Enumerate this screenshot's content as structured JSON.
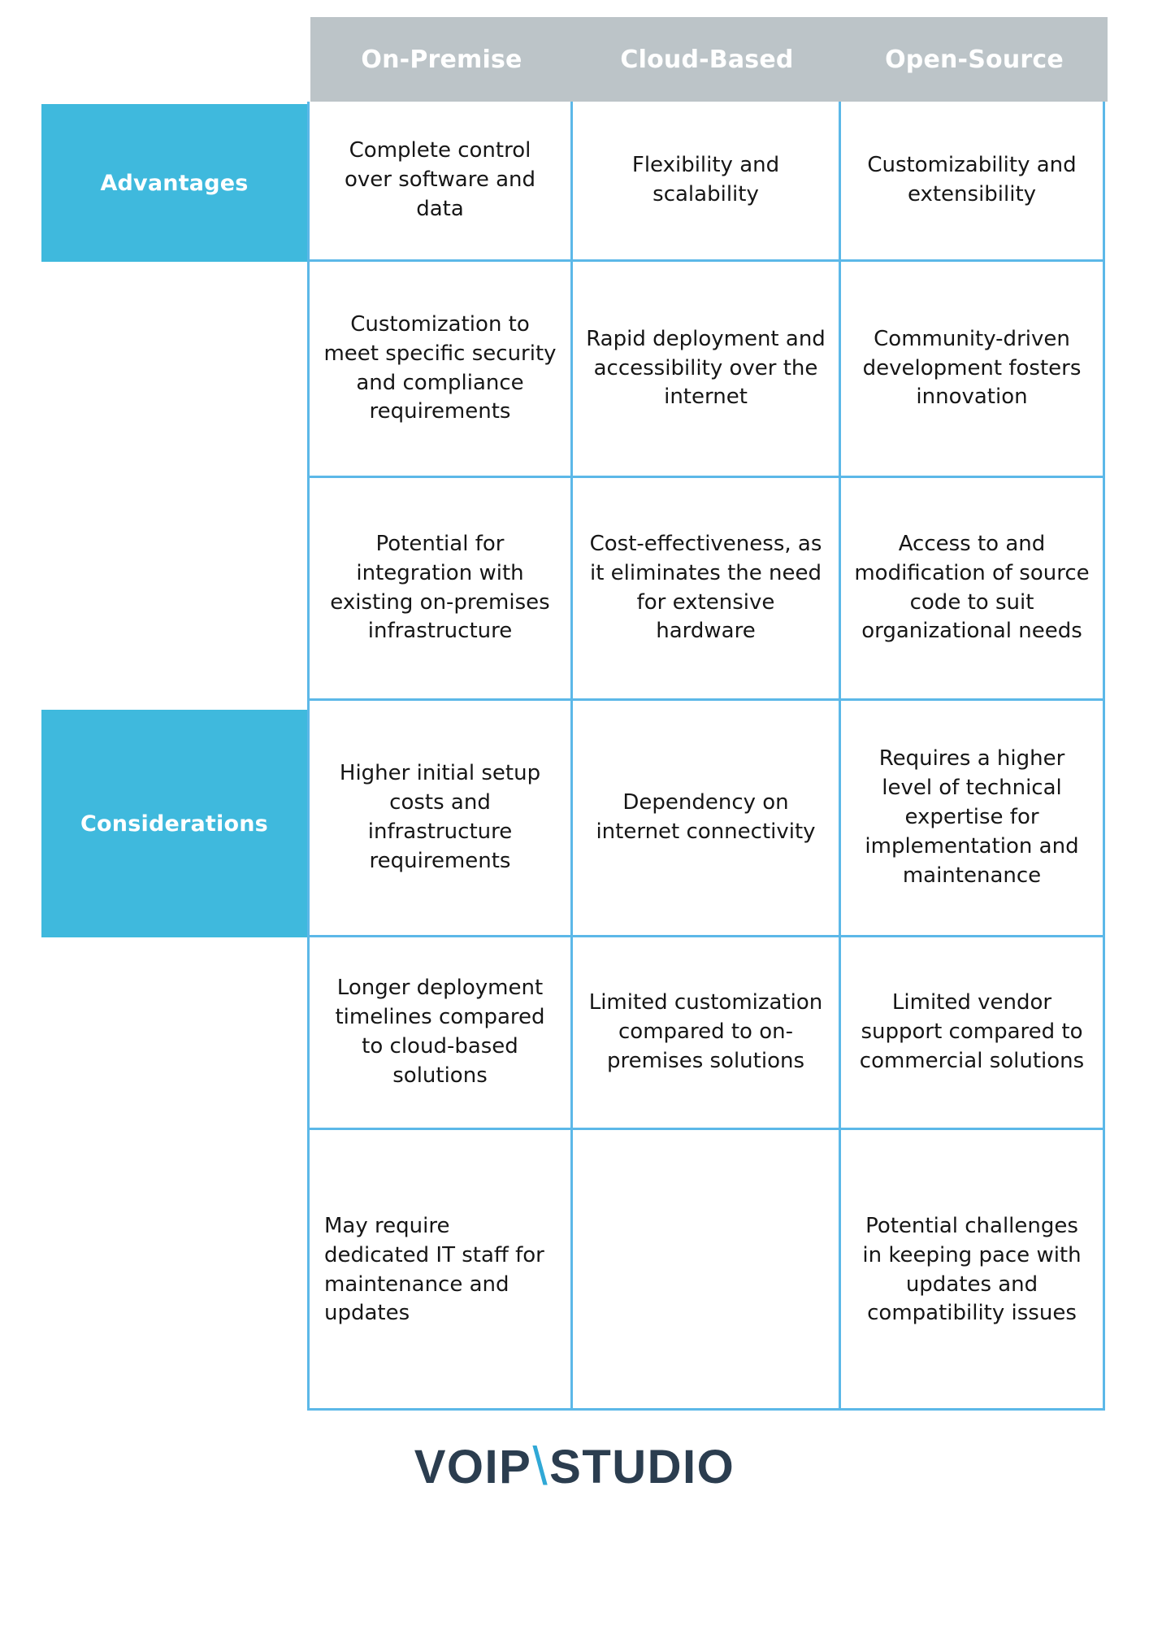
{
  "colors": {
    "accent_blue": "#3fb9dd",
    "grid_border_blue": "#5cb8e8",
    "header_gray": "#bcc4c8",
    "header_text": "#ffffff",
    "body_text": "#161616",
    "logo_navy": "#2b3d4f",
    "logo_slash_cyan": "#30a8d6"
  },
  "table": {
    "column_headers": [
      "On-Premise",
      "Cloud-Based",
      "Open-Source"
    ],
    "row_groups": [
      {
        "label": "Advantages",
        "row_count": 3
      },
      {
        "label": "Considerations",
        "row_count": 3
      }
    ],
    "rows": [
      {
        "group": "Advantages",
        "cells": [
          "Complete control over software and data",
          "Flexibility and scalability",
          "Customizability and extensibility"
        ]
      },
      {
        "group": "Advantages",
        "cells": [
          "Customization to meet specific security and compliance requirements",
          "Rapid deployment and accessibility over the internet",
          "Community-driven development fosters innovation"
        ]
      },
      {
        "group": "Advantages",
        "cells": [
          "Potential for integration with existing on-premises infrastructure",
          "Cost-effectiveness, as it eliminates the need for extensive hardware",
          "Access to and modification of source code to suit organizational needs"
        ]
      },
      {
        "group": "Considerations",
        "cells": [
          "Higher initial setup costs and infrastructure requirements",
          "Dependency on internet connectivity",
          "Requires a higher level of technical expertise for implementation and maintenance"
        ]
      },
      {
        "group": "Considerations",
        "cells": [
          "Longer deployment timelines compared to cloud-based solutions",
          "Limited customization compared to on-premises solutions",
          "Limited vendor support compared to commercial solutions"
        ]
      },
      {
        "group": "Considerations",
        "cells": [
          "May require dedicated IT staff for maintenance and updates",
          "",
          "Potential challenges in keeping pace with updates and compatibility issues"
        ]
      }
    ]
  },
  "logo": {
    "left_word": "VOIP",
    "separator": "\\",
    "right_word": "STUDIO"
  }
}
